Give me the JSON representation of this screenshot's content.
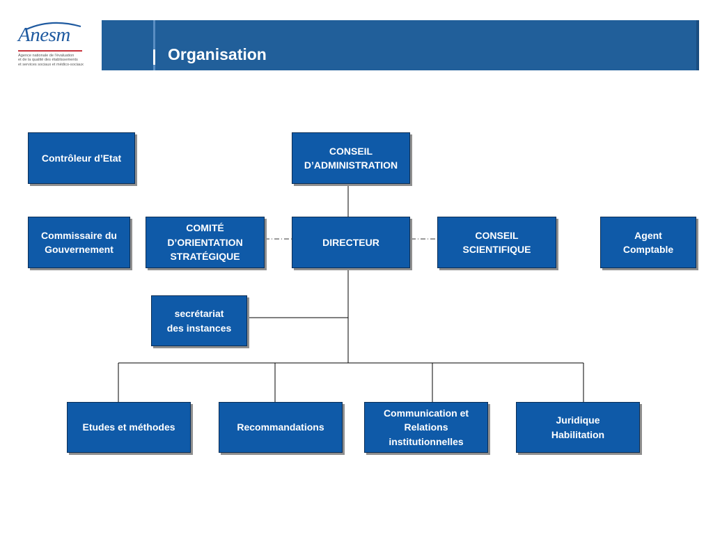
{
  "logo": {
    "wordmark": "Anesm",
    "tagline": [
      "Agence nationale de l'évaluation",
      "et de la qualité des établissements",
      "et services sociaux et médico-sociaux"
    ]
  },
  "header": {
    "title": "Organisation"
  },
  "org": {
    "controleur": [
      "Contrôleur d’Etat"
    ],
    "conseil_admin": [
      "CONSEIL",
      "D’ADMINISTRATION"
    ],
    "commissaire": [
      "Commissaire du",
      "Gouvernement"
    ],
    "comite": [
      "COMITÉ",
      "D’ORIENTATION",
      "STRATÉGIQUE"
    ],
    "directeur": [
      "DIRECTEUR"
    ],
    "conseil_sci": [
      "CONSEIL",
      "SCIENTIFIQUE"
    ],
    "agent": [
      "Agent",
      "Comptable"
    ],
    "secretariat": [
      "secrétariat",
      "des instances"
    ],
    "etudes": [
      "Etudes et méthodes"
    ],
    "recommandations": [
      "Recommandations"
    ],
    "communication": [
      "Communication et",
      "Relations",
      "institutionnelles"
    ],
    "juridique": [
      "Juridique",
      "Habilitation"
    ]
  },
  "colors": {
    "box_fill": "#0f5aa8",
    "header_bar": "#215f9a",
    "logo_blue": "#1f5aa0",
    "logo_red": "#c8323c"
  }
}
